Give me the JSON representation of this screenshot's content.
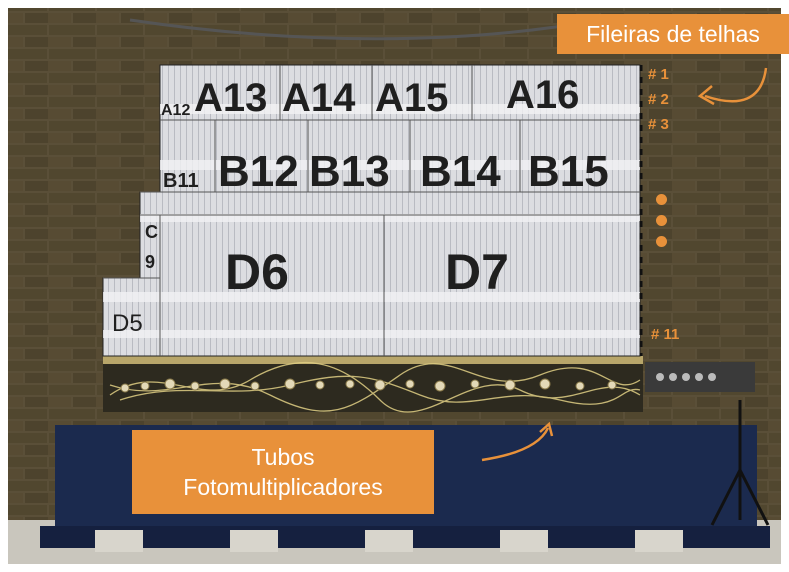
{
  "annotations": {
    "rows_title": "Fileiras de telhas",
    "row_labels": [
      "# 1",
      "# 2",
      "# 3",
      "# 11"
    ],
    "pmt_line1": "Tubos",
    "pmt_line2": "Fotomultiplicadores"
  },
  "tiles": {
    "a12": "A12",
    "a13": "A13",
    "a14": "A14",
    "a15": "A15",
    "a16": "A16",
    "b11": "B11",
    "b12": "B12",
    "b13": "B13",
    "b14": "B14",
    "b15": "B15",
    "c9_c": "C",
    "c9_9": "9",
    "d5": "D5",
    "d6": "D6",
    "d7": "D7"
  },
  "colors": {
    "accent": "#e8913a",
    "wall": "#544a36",
    "tile": "#d9dade",
    "base": "#1b2a4e"
  }
}
